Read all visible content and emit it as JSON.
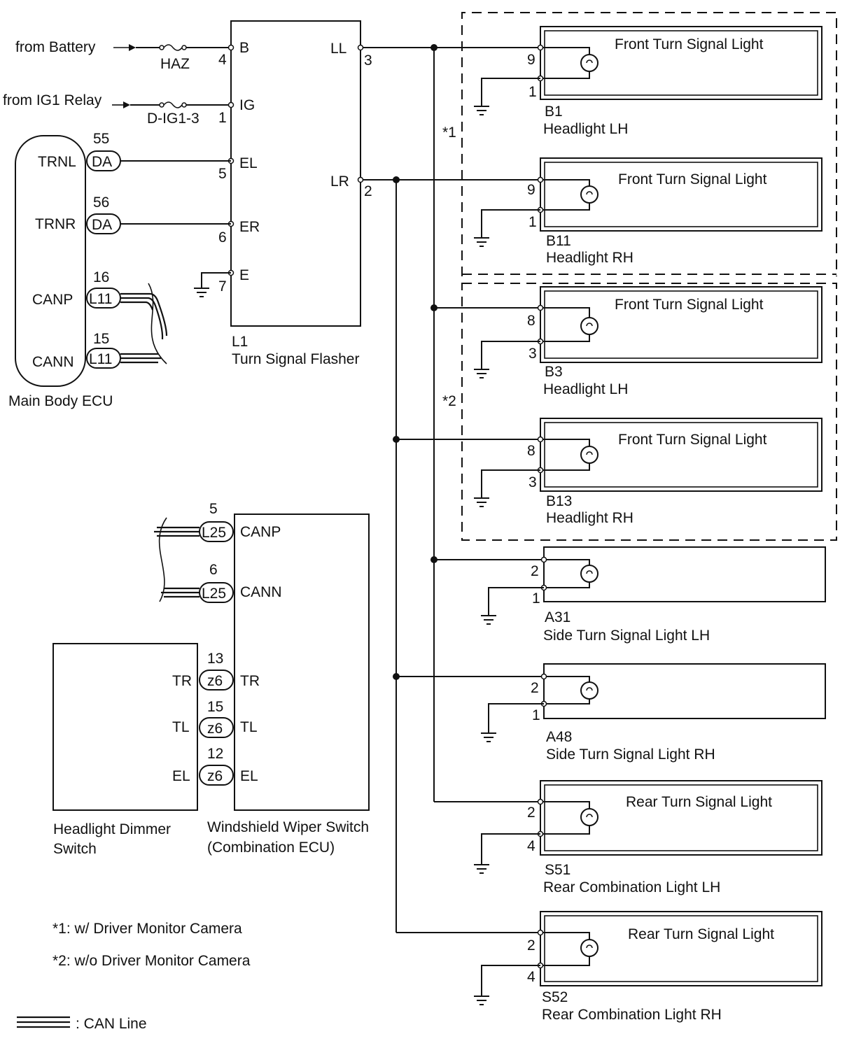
{
  "inputs": {
    "battery": "from Battery",
    "ig1": "from IG1 Relay",
    "fuse_haz": "HAZ",
    "fuse_dig": "D-IG1-3"
  },
  "flasher": {
    "code": "L1",
    "name": "Turn Signal Flasher",
    "pins": {
      "b": {
        "label": "B",
        "num": "4"
      },
      "ig": {
        "label": "IG",
        "num": "1"
      },
      "el": {
        "label": "EL",
        "num": "5"
      },
      "er": {
        "label": "ER",
        "num": "6"
      },
      "e": {
        "label": "E",
        "num": "7"
      },
      "ll": {
        "label": "LL",
        "num": "3"
      },
      "lr": {
        "label": "LR",
        "num": "2"
      }
    }
  },
  "ecu": {
    "name": "Main Body ECU",
    "pins": [
      {
        "label": "TRNL",
        "num": "55",
        "conn": "DA"
      },
      {
        "label": "TRNR",
        "num": "56",
        "conn": "DA"
      },
      {
        "label": "CANP",
        "num": "16",
        "conn": "L11"
      },
      {
        "label": "CANN",
        "num": "15",
        "conn": "L11"
      }
    ]
  },
  "wiper": {
    "name_line1": "Windshield Wiper Switch",
    "name_line2": "(Combination ECU)",
    "pins": [
      {
        "label": "CANP",
        "num": "5",
        "conn": "L25"
      },
      {
        "label": "CANN",
        "num": "6",
        "conn": "L25"
      },
      {
        "label": "TR",
        "num": "13",
        "conn": "z6"
      },
      {
        "label": "TL",
        "num": "15",
        "conn": "z6"
      },
      {
        "label": "EL",
        "num": "12",
        "conn": "z6"
      }
    ]
  },
  "dimmer": {
    "name_line1": "Headlight Dimmer",
    "name_line2": "Switch",
    "pins": [
      "TR",
      "TL",
      "EL"
    ]
  },
  "lights": [
    {
      "title": "Front Turn Signal Light",
      "code": "B1",
      "name": "Headlight LH",
      "pin_top": "9",
      "pin_bot": "1"
    },
    {
      "title": "Front Turn Signal Light",
      "code": "B11",
      "name": "Headlight RH",
      "pin_top": "9",
      "pin_bot": "1"
    },
    {
      "title": "Front Turn Signal Light",
      "code": "B3",
      "name": "Headlight LH",
      "pin_top": "8",
      "pin_bot": "3"
    },
    {
      "title": "Front Turn Signal Light",
      "code": "B13",
      "name": "Headlight RH",
      "pin_top": "8",
      "pin_bot": "3"
    },
    {
      "title": "",
      "code": "A31",
      "name": "Side Turn Signal Light LH",
      "pin_top": "2",
      "pin_bot": "1"
    },
    {
      "title": "",
      "code": "A48",
      "name": "Side Turn Signal Light RH",
      "pin_top": "2",
      "pin_bot": "1"
    },
    {
      "title": "Rear Turn Signal Light",
      "code": "S51",
      "name": "Rear Combination Light LH",
      "pin_top": "2",
      "pin_bot": "4"
    },
    {
      "title": "Rear Turn Signal Light",
      "code": "S52",
      "name": "Rear Combination Light RH",
      "pin_top": "2",
      "pin_bot": "4"
    }
  ],
  "groups": {
    "g1": "*1",
    "g2": "*2"
  },
  "notes": {
    "n1": "*1: w/ Driver Monitor Camera",
    "n2": "*2: w/o Driver Monitor Camera"
  },
  "legend": {
    "can_line": ": CAN Line"
  }
}
